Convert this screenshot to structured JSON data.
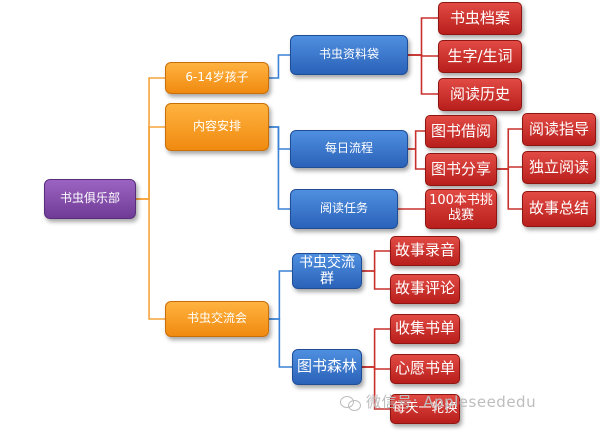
{
  "nodes": {
    "root": "书虫俱乐部",
    "kids": "6-14岁孩子",
    "content_plan": "内容安排",
    "exchange": "书虫交流会",
    "resource_bag": "书虫资料袋",
    "daily_flow": "每日流程",
    "reading_task": "阅读任务",
    "archive": "书虫档案",
    "vocab": "生字/生词",
    "history": "阅读历史",
    "borrow": "图书借阅",
    "share": "图书分享",
    "guide": "阅读指导",
    "independent": "独立阅读",
    "summary": "故事总结",
    "challenge": "100本书挑战赛",
    "exchange_group": "书虫交流群",
    "recording": "故事录音",
    "review": "故事评论",
    "forest": "图书森林",
    "collect": "收集书单",
    "wish": "心愿书单",
    "rotation": "每天一轮换"
  },
  "watermark": "微信号: Appleseededu",
  "colors": {
    "purple": "#7b45a6",
    "orange": "#f59a1b",
    "blue": "#3a75cc",
    "red": "#c8302c",
    "line_orange": "#f5a33a",
    "line_blue": "#3b82d6",
    "line_red": "#c8302c"
  }
}
